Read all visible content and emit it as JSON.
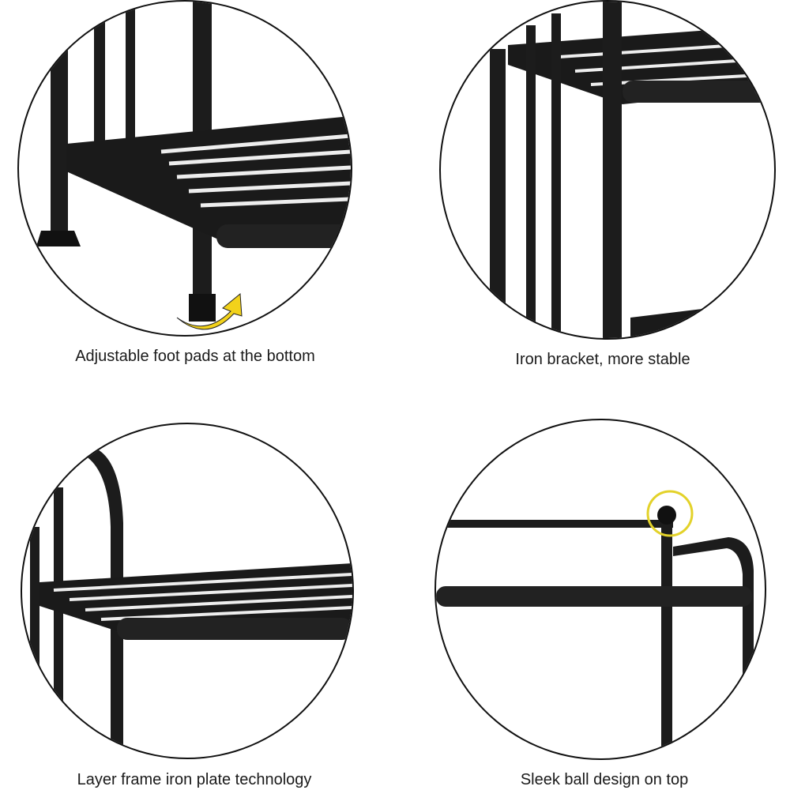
{
  "panels": [
    {
      "caption": "Adjustable foot pads at the bottom",
      "feature": "foot-pad",
      "highlight_icon": "rotate-arrow-icon",
      "highlight_color": "#F2D21B"
    },
    {
      "caption": "Iron bracket, more stable",
      "feature": "iron-bracket"
    },
    {
      "caption": "Layer frame iron plate technology",
      "feature": "layer-frame"
    },
    {
      "caption": "Sleek ball design on top",
      "feature": "ball-top",
      "highlight_icon": "highlight-ring-icon",
      "highlight_color": "#E3D22A"
    }
  ],
  "colors": {
    "frame": "#1c1c1c",
    "outline": "#111111",
    "background": "#ffffff"
  }
}
